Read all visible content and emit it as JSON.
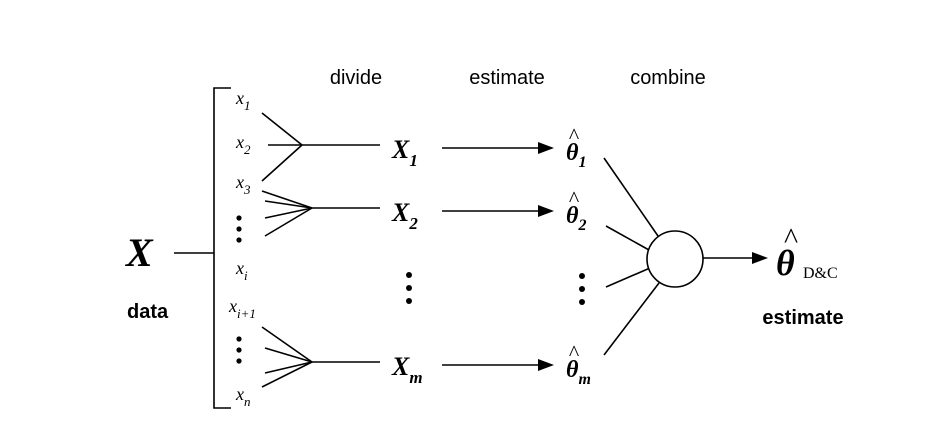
{
  "headers": {
    "divide": "divide",
    "estimate": "estimate",
    "combine": "combine"
  },
  "input": {
    "symbol": "X",
    "label": "data"
  },
  "samples": [
    {
      "base": "x",
      "sub": "1"
    },
    {
      "base": "x",
      "sub": "2"
    },
    {
      "base": "x",
      "sub": "3"
    },
    {
      "base": "x",
      "sub": "i"
    },
    {
      "base": "x",
      "sub": "i+1"
    },
    {
      "base": "x",
      "sub": "n"
    }
  ],
  "subsets": [
    {
      "base": "X",
      "sub": "1"
    },
    {
      "base": "X",
      "sub": "2"
    },
    {
      "base": "X",
      "sub": "m"
    }
  ],
  "estimates": [
    {
      "base": "θ",
      "hat": "^",
      "sub": "1"
    },
    {
      "base": "θ",
      "hat": "^",
      "sub": "2"
    },
    {
      "base": "θ",
      "hat": "^",
      "sub": "m"
    }
  ],
  "output": {
    "base": "θ",
    "hat": "^",
    "sub": "D&C",
    "label": "estimate"
  }
}
